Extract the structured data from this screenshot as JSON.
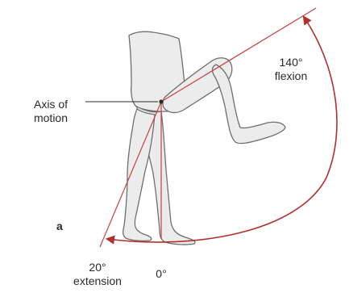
{
  "labels": {
    "axis_line1": "Axis of",
    "axis_line2": "motion",
    "flexion_value": "140°",
    "flexion_word": "flexion",
    "extension_value": "20°",
    "extension_word": "extension",
    "neutral_value": "0°",
    "panel_letter": "a"
  },
  "angles": {
    "flexion_deg": 140,
    "extension_deg": 20,
    "neutral_deg": 0
  },
  "colors": {
    "guide_line": "#c8403e",
    "arc": "#b22f2d",
    "leg_fill": "#ececec",
    "leg_stroke": "#6e6e6e",
    "text": "#2a2a2a"
  },
  "icons": {
    "arrowhead": "arrowhead-icon"
  }
}
